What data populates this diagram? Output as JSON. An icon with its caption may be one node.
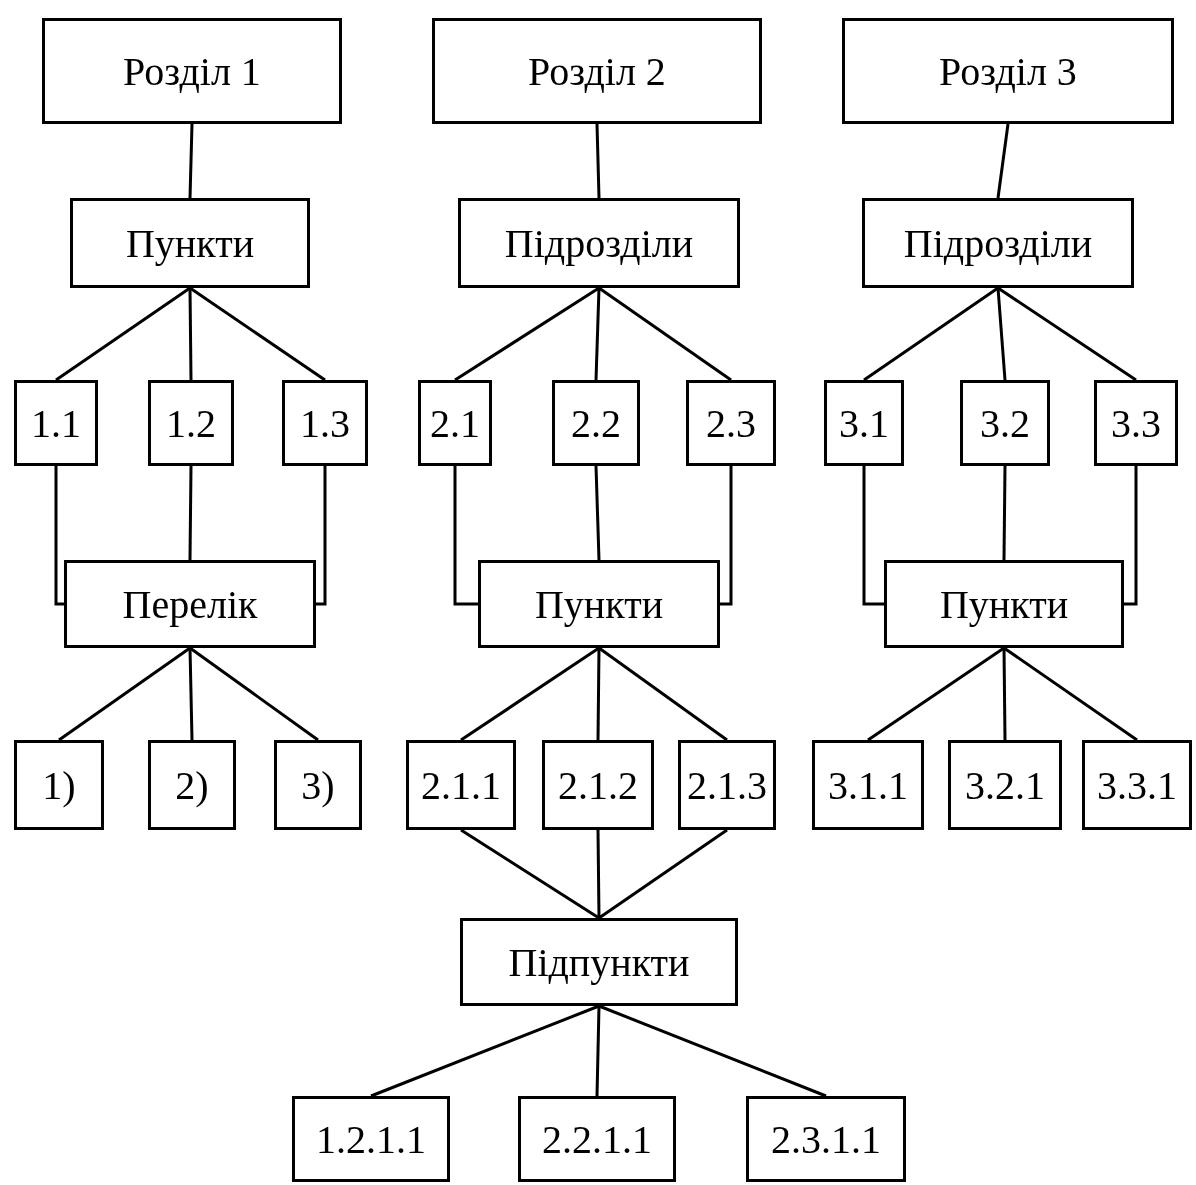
{
  "diagram": {
    "nodes": [
      {
        "text": [
          "Розділ 1"
        ]
      },
      {
        "text": [
          "Розділ 2"
        ]
      },
      {
        "text": [
          "Розділ 3"
        ]
      },
      {
        "text": [
          "Пункти"
        ]
      },
      {
        "text": [
          "Підрозділи"
        ]
      },
      {
        "text": [
          "Підрозділи"
        ]
      },
      {
        "text": [
          "1.1"
        ]
      },
      {
        "text": [
          "1.2"
        ]
      },
      {
        "text": [
          "1.3"
        ]
      },
      {
        "text": [
          "2.1"
        ]
      },
      {
        "text": [
          "2.2"
        ]
      },
      {
        "text": [
          "2.3"
        ]
      },
      {
        "text": [
          "3.1"
        ]
      },
      {
        "text": [
          "3.2"
        ]
      },
      {
        "text": [
          "3.3"
        ]
      },
      {
        "text": [
          "Перелік"
        ]
      },
      {
        "text": [
          "Пункти"
        ]
      },
      {
        "text": [
          "Пункти"
        ]
      },
      {
        "text": [
          "1)"
        ]
      },
      {
        "text": [
          "2)"
        ]
      },
      {
        "text": [
          "3)"
        ]
      },
      {
        "text": [
          "2.1.1"
        ]
      },
      {
        "text": [
          "2.1.2"
        ]
      },
      {
        "text": [
          "2.1.3"
        ]
      },
      {
        "text": [
          "3.1.1"
        ]
      },
      {
        "text": [
          "3.2.1"
        ]
      },
      {
        "text": [
          "3.3.1"
        ]
      },
      {
        "text": [
          "Підпункти"
        ]
      },
      {
        "text": [
          "1.2.1.1"
        ]
      },
      {
        "text": [
          "2.2.1.1"
        ]
      },
      {
        "text": [
          "2.3.1.1"
        ]
      }
    ],
    "edges": [
      {
        "from": 0,
        "to": 3,
        "arrow": "none"
      },
      {
        "from": 1,
        "to": 4,
        "arrow": "none"
      },
      {
        "from": 2,
        "to": 5,
        "arrow": "none"
      },
      {
        "from": 3,
        "to": 6,
        "arrow": "none"
      },
      {
        "from": 3,
        "to": 7,
        "arrow": "none"
      },
      {
        "from": 3,
        "to": 8,
        "arrow": "none"
      },
      {
        "from": 4,
        "to": 9,
        "arrow": "none"
      },
      {
        "from": 4,
        "to": 10,
        "arrow": "none"
      },
      {
        "from": 4,
        "to": 11,
        "arrow": "none"
      },
      {
        "from": 5,
        "to": 12,
        "arrow": "none"
      },
      {
        "from": 5,
        "to": 13,
        "arrow": "none"
      },
      {
        "from": 5,
        "to": 14,
        "arrow": "none"
      },
      {
        "from": 6,
        "to": 15,
        "arrow": "none"
      },
      {
        "from": 7,
        "to": 15,
        "arrow": "none"
      },
      {
        "from": 8,
        "to": 15,
        "arrow": "none"
      },
      {
        "from": 9,
        "to": 16,
        "arrow": "none"
      },
      {
        "from": 10,
        "to": 16,
        "arrow": "none"
      },
      {
        "from": 11,
        "to": 16,
        "arrow": "none"
      },
      {
        "from": 12,
        "to": 17,
        "arrow": "none"
      },
      {
        "from": 13,
        "to": 17,
        "arrow": "none"
      },
      {
        "from": 14,
        "to": 17,
        "arrow": "none"
      },
      {
        "from": 15,
        "to": 18,
        "arrow": "none"
      },
      {
        "from": 15,
        "to": 19,
        "arrow": "none"
      },
      {
        "from": 15,
        "to": 20,
        "arrow": "none"
      },
      {
        "from": 16,
        "to": 21,
        "arrow": "none"
      },
      {
        "from": 16,
        "to": 22,
        "arrow": "none"
      },
      {
        "from": 16,
        "to": 23,
        "arrow": "none"
      },
      {
        "from": 17,
        "to": 24,
        "arrow": "none"
      },
      {
        "from": 17,
        "to": 25,
        "arrow": "none"
      },
      {
        "from": 17,
        "to": 26,
        "arrow": "none"
      },
      {
        "from": 21,
        "to": 27,
        "arrow": "none"
      },
      {
        "from": 22,
        "to": 27,
        "arrow": "none"
      },
      {
        "from": 23,
        "to": 27,
        "arrow": "none"
      },
      {
        "from": 27,
        "to": 28,
        "arrow": "none"
      },
      {
        "from": 27,
        "to": 29,
        "arrow": "none"
      },
      {
        "from": 27,
        "to": 30,
        "arrow": "none"
      }
    ]
  }
}
